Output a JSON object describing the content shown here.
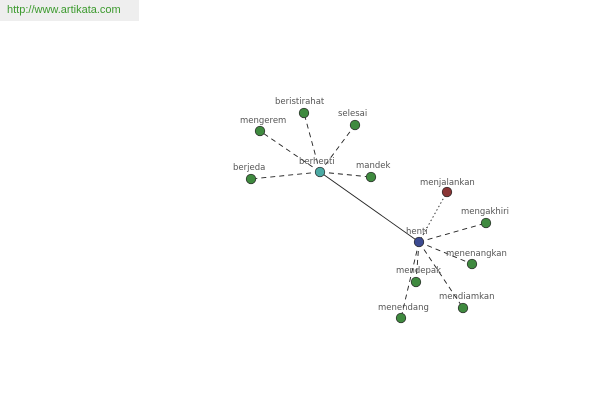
{
  "header": {
    "url": "http://www.artikata.com"
  },
  "colors": {
    "hub_berhenti": "#4ba9a3",
    "hub_henti": "#3c4b91",
    "leaf": "#3f8a3f",
    "menjalankan": "#8a3636",
    "edge": "#222222",
    "label": "#555555"
  },
  "graph": {
    "nodes": [
      {
        "id": "berhenti",
        "label": "berhenti",
        "kind": "hub"
      },
      {
        "id": "henti",
        "label": "henti",
        "kind": "hub"
      },
      {
        "id": "beristirahat",
        "label": "beristirahat",
        "kind": "leaf"
      },
      {
        "id": "selesai",
        "label": "selesai",
        "kind": "leaf"
      },
      {
        "id": "mengerem",
        "label": "mengerem",
        "kind": "leaf"
      },
      {
        "id": "berjeda",
        "label": "berjeda",
        "kind": "leaf"
      },
      {
        "id": "mandek",
        "label": "mandek",
        "kind": "leaf"
      },
      {
        "id": "menjalankan",
        "label": "menjalankan",
        "kind": "antonym"
      },
      {
        "id": "mengakhiri",
        "label": "mengakhiri",
        "kind": "leaf"
      },
      {
        "id": "menenangkan",
        "label": "menenangkan",
        "kind": "leaf"
      },
      {
        "id": "mendepak",
        "label": "mendepak",
        "kind": "leaf"
      },
      {
        "id": "mendiamkan",
        "label": "mendiamkan",
        "kind": "leaf"
      },
      {
        "id": "menendang",
        "label": "menendang",
        "kind": "leaf"
      }
    ],
    "edges": [
      {
        "from": "berhenti",
        "to": "henti",
        "style": "solid"
      },
      {
        "from": "berhenti",
        "to": "beristirahat",
        "style": "dashed"
      },
      {
        "from": "berhenti",
        "to": "selesai",
        "style": "dashed"
      },
      {
        "from": "berhenti",
        "to": "mengerem",
        "style": "dashed"
      },
      {
        "from": "berhenti",
        "to": "berjeda",
        "style": "dashed"
      },
      {
        "from": "berhenti",
        "to": "mandek",
        "style": "dashed"
      },
      {
        "from": "henti",
        "to": "menjalankan",
        "style": "dotted"
      },
      {
        "from": "henti",
        "to": "mengakhiri",
        "style": "dashed"
      },
      {
        "from": "henti",
        "to": "menenangkan",
        "style": "dashed"
      },
      {
        "from": "henti",
        "to": "mendepak",
        "style": "dashed"
      },
      {
        "from": "henti",
        "to": "mendiamkan",
        "style": "dashed"
      },
      {
        "from": "henti",
        "to": "menendang",
        "style": "dashed"
      }
    ]
  }
}
